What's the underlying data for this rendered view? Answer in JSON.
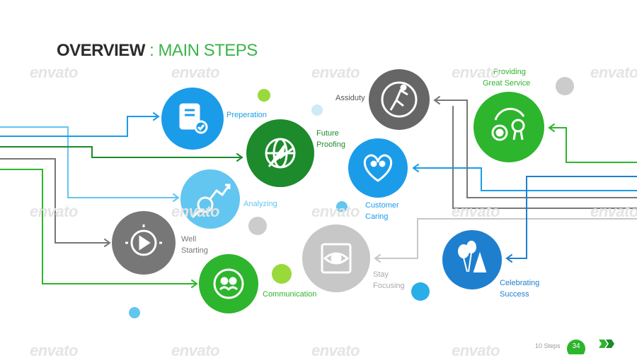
{
  "title": {
    "main": "OVERVIEW",
    "separator": " : ",
    "sub": "MAIN STEPS"
  },
  "colors": {
    "green": "#2db52d",
    "dark_green": "#1d8a2b",
    "blue": "#1b9ce9",
    "light_blue": "#62c6f0",
    "gray": "#777777",
    "light_gray": "#c7c7c7",
    "dark_blue": "#1e7fcf"
  },
  "steps": [
    {
      "id": "preperation",
      "label": "Preperation",
      "icon": "document-check-icon"
    },
    {
      "id": "future-proofing",
      "label_line1": "Future",
      "label_line2": "Proofing",
      "icon": "globe-arrow-icon"
    },
    {
      "id": "analyzing",
      "label": "Analyzing",
      "icon": "chart-magnifier-icon"
    },
    {
      "id": "assiduty",
      "label": "Assiduty",
      "icon": "clock-runner-icon"
    },
    {
      "id": "providing-great-service",
      "label_line1": "Providing",
      "label_line2": "Great Service",
      "icon": "gears-award-icon"
    },
    {
      "id": "customer-caring",
      "label_line1": "Customer",
      "label_line2": "Caring",
      "icon": "heart-hands-icon"
    },
    {
      "id": "well-starting",
      "label_line1": "Well",
      "label_line2": "Starting",
      "icon": "timer-play-icon"
    },
    {
      "id": "communication",
      "label": "Communication",
      "icon": "people-cycle-icon"
    },
    {
      "id": "stay-focusing",
      "label_line1": "Stay",
      "label_line2": "Focusing",
      "icon": "eye-focus-icon"
    },
    {
      "id": "celebrating-success",
      "label_line1": "Celebrating",
      "label_line2": "Success",
      "icon": "balloons-icon"
    }
  ],
  "footer": {
    "text": "10 Steps",
    "page": "34"
  },
  "watermark": "envato"
}
